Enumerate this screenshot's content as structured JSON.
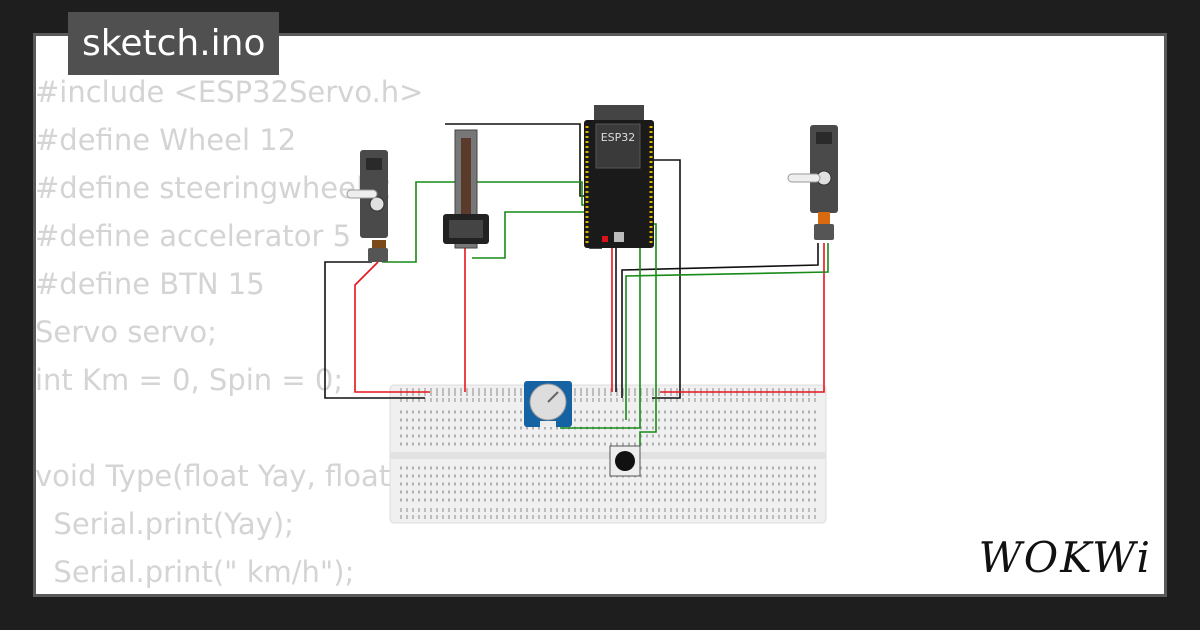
{
  "tab": {
    "title": "sketch.ino"
  },
  "code": {
    "lines": [
      "#include <ESP32Servo.h>",
      "#define Wheel 12",
      "#define steeringwheel 2",
      "#define accelerator 5",
      "#define BTN 15",
      "Servo servo;",
      "int Km = 0, Spin = 0;",
      "",
      "void Type(float Yay, float Yay2){",
      "  Serial.print(Yay);",
      "  Serial.print(\" km/h\");"
    ]
  },
  "board": {
    "label": "ESP32"
  },
  "brand": {
    "name": "WOKWi"
  },
  "colors": {
    "background": "#1e1e1e",
    "card": "#ffffff",
    "tab": "#505050",
    "code": "#d4d4d4",
    "wire_red": "#e8141a",
    "wire_green": "#178a17",
    "wire_black": "#111111"
  },
  "icons": [
    "servo-left-icon",
    "servo-right-icon",
    "slide-potentiometer-icon",
    "esp32-board-icon",
    "potentiometer-icon",
    "pushbutton-icon",
    "breadboard-icon"
  ]
}
